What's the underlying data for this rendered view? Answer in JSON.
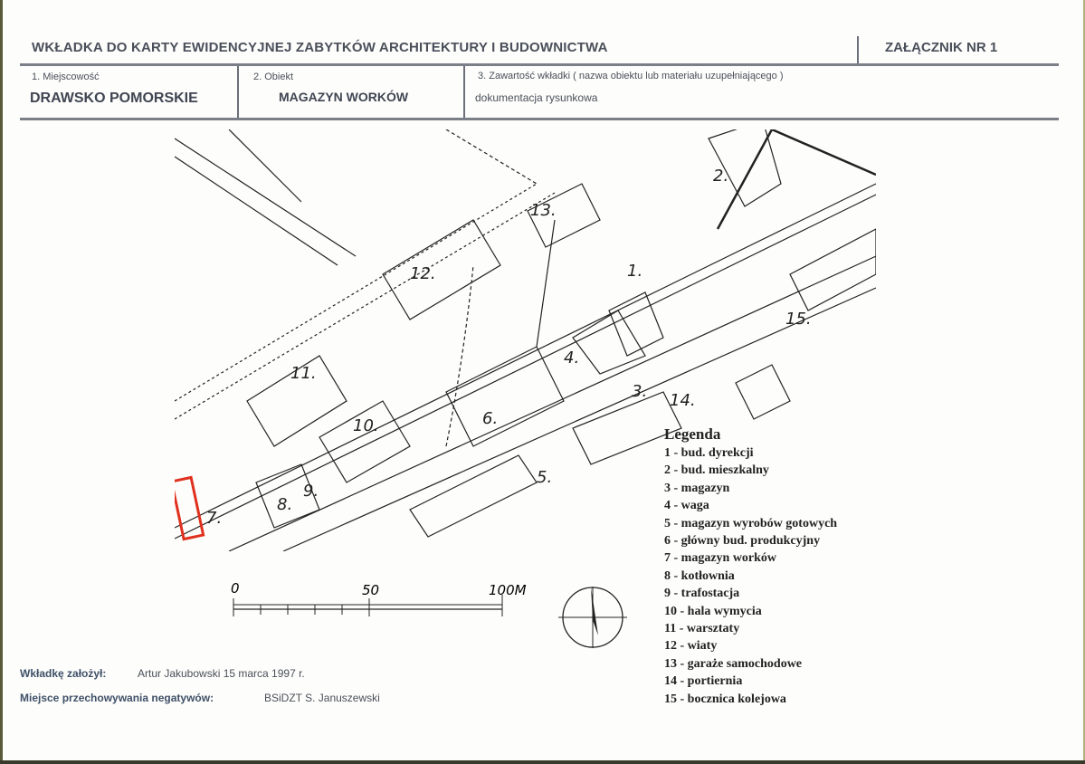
{
  "header": {
    "title": "WKŁADKA DO KARTY EWIDENCYJNEJ ZABYTKÓW ARCHITEKTURY I BUDOWNICTWA",
    "annex": "ZAŁĄCZNIK NR 1"
  },
  "fields": {
    "locality_label": "1. Miejscowość",
    "locality_value": "DRAWSKO POMORSKIE",
    "object_label": "2. Obiekt",
    "object_value": "MAGAZYN WORKÓW",
    "content_label": "3. Zawartość wkładki ( nazwa obiektu lub materiału uzupełniającego )",
    "content_value": "dokumentacja rysunkowa"
  },
  "map": {
    "building_numbers": [
      "1.",
      "2.",
      "3.",
      "4.",
      "5.",
      "6.",
      "7.",
      "8.",
      "9.",
      "10.",
      "11.",
      "12.",
      "13.",
      "14.",
      "15."
    ],
    "highlight_color": "#e0301e",
    "scale": {
      "start": "0",
      "mid": "50",
      "end": "100M"
    }
  },
  "legend": {
    "title": "Legenda",
    "items": [
      "1 - bud. dyrekcji",
      "2 - bud. mieszkalny",
      "3 - magazyn",
      "4 - waga",
      "5 - magazyn wyrobów gotowych",
      "6 - główny bud. produkcyjny",
      "7 - magazyn worków",
      "8 - kotłownia",
      "9 - trafostacja",
      "10 - hala wymycia",
      "11 - warsztaty",
      "12 - wiaty",
      "13 - garaże samochodowe",
      "14 - portiernia",
      "15 - bocznica kolejowa"
    ]
  },
  "footer": {
    "author_label": "Wkładkę założył:",
    "author_value": "Artur Jakubowski  15 marca 1997 r.",
    "negatives_label": "Miejsce przechowywania negatywów:",
    "negatives_value": "BSiDZT S. Januszewski"
  }
}
